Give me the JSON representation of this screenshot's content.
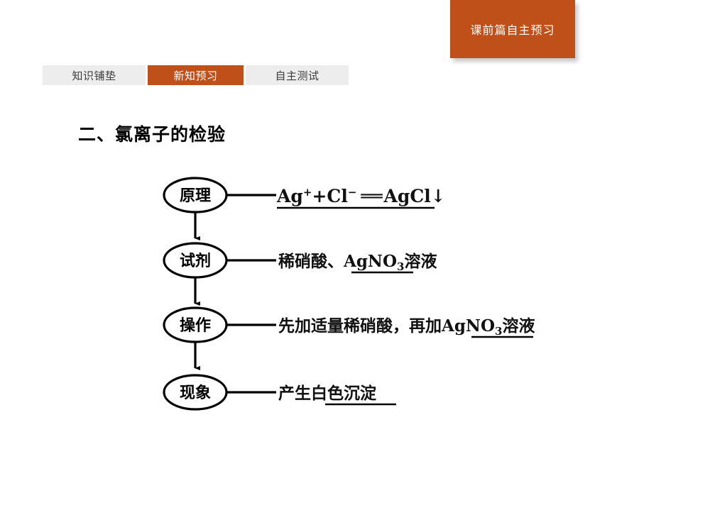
{
  "banner": {
    "label": "课前篇自主预习",
    "background": "#c0501a",
    "text_color": "#ffffff"
  },
  "tabs": [
    {
      "label": "知识铺垫",
      "active": false
    },
    {
      "label": "新知预习",
      "active": true
    },
    {
      "label": "自主测试",
      "active": false
    }
  ],
  "section": {
    "title": "二、氯离子的检验"
  },
  "flowchart": {
    "rows": [
      {
        "node": "原理",
        "content": "Ag⁺+Cl⁻══AgCl↓",
        "content_parts": {
          "prefix": "Ag",
          "sup1": "+",
          "mid": "+Cl",
          "sup2": "−",
          "equals": "══",
          "product": "AgCl↓"
        },
        "underline": "full",
        "style": "equation"
      },
      {
        "node": "试剂",
        "content": "稀硝酸、AgNO₃溶液",
        "content_parts": {
          "plain_before": "稀硝酸、",
          "underlined": "AgNO3",
          "sub": "3",
          "plain_after": "溶液"
        },
        "underline": "partial",
        "style": "chinese"
      },
      {
        "node": "操作",
        "content": "先加适量稀硝酸，再加AgNO₃溶液",
        "content_parts": {
          "plain_before": "先加适量稀硝酸，再加",
          "underlined": "AgNO3",
          "sub": "3",
          "plain_after": "溶液"
        },
        "underline": "partial",
        "style": "chinese"
      },
      {
        "node": "现象",
        "content": "产生白色沉淀",
        "content_parts": {
          "plain_before": "产生",
          "underlined": "白色沉淀",
          "plain_after": ""
        },
        "underline": "partial",
        "style": "chinese"
      }
    ],
    "connector": "horizontal-line",
    "arrow": "down-arrow"
  }
}
